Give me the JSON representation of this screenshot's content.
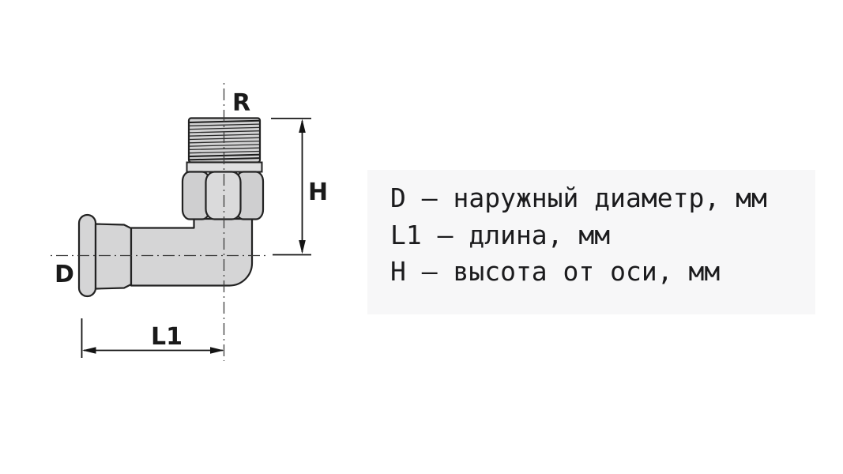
{
  "colors": {
    "background": "#ffffff",
    "legend_bg": "#f7f7f8",
    "body_fill": "#d5d5d6",
    "body_fill_light": "#dadadb",
    "body_fill_dark": "#cfcfd0",
    "thread_fill": "#d2d2d3",
    "band_fill": "#e0e0e1",
    "outline": "#222222",
    "dim_color": "#141414",
    "text_color": "#1b1b1d"
  },
  "drawing": {
    "labels": {
      "thread": "R",
      "height": "H",
      "diameter": "D",
      "length": "L1"
    }
  },
  "legend": {
    "lines": [
      "D – наружный диаметр, мм",
      "L1 – длина, мм",
      "H – высота от оси, мм"
    ]
  }
}
